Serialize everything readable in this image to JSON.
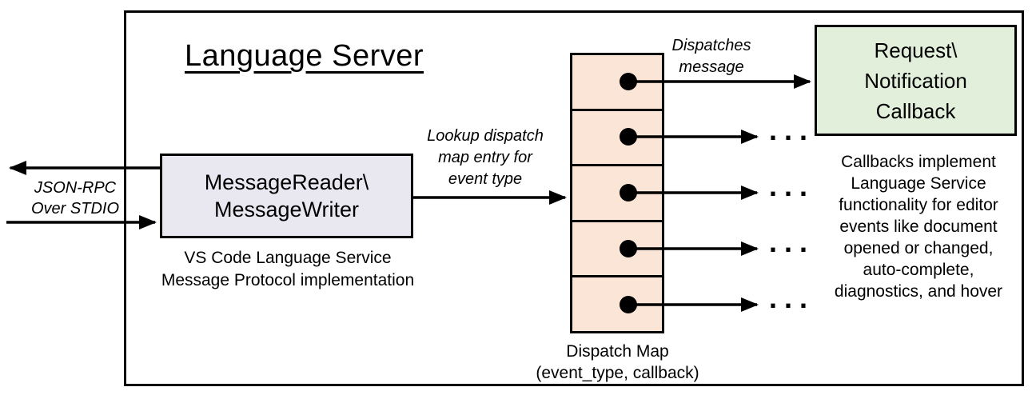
{
  "diagram": {
    "title": "Language Server",
    "reader_box": {
      "lines": [
        "MessageReader\\",
        "MessageWriter"
      ]
    },
    "reader_caption": {
      "lines": [
        "VS Code Language Service",
        "Message Protocol implementation"
      ]
    },
    "json_rpc_label": {
      "lines": [
        "JSON-RPC",
        "Over STDIO"
      ]
    },
    "lookup_label": {
      "lines": [
        "Lookup dispatch",
        "map entry for",
        "event type"
      ]
    },
    "dispatches_label": {
      "lines": [
        "Dispatches",
        "message"
      ]
    },
    "callback_box": {
      "lines": [
        "Request\\",
        "Notification",
        "Callback"
      ]
    },
    "callbacks_note": {
      "lines": [
        "Callbacks implement",
        "Language Service",
        "functionality for editor",
        "events like document",
        "opened or changed,",
        "auto-complete,",
        "diagnostics, and hover"
      ]
    },
    "dispatch_map": {
      "cell_count": 5,
      "ellipsis": "...",
      "caption_lines": [
        "Dispatch Map",
        "(event_type, callback)"
      ]
    },
    "colors": {
      "reader_fill": "#E9E8F1",
      "map_fill": "#FBE5D6",
      "callback_fill": "#E2EFDA",
      "line": "#000000",
      "background": "#FFFFFF"
    }
  }
}
